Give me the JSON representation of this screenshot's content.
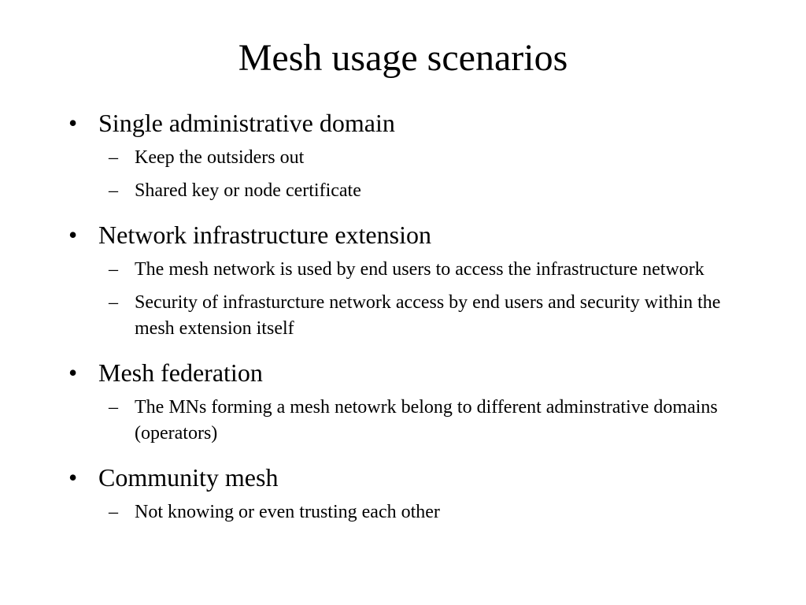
{
  "slide": {
    "title": "Mesh usage scenarios",
    "bullet_symbol": "•",
    "dash_symbol": "–",
    "bullets": [
      {
        "text": "Single administrative domain",
        "subs": [
          "Keep the outsiders out",
          "Shared key or node certificate"
        ]
      },
      {
        "text": "Network infrastructure extension",
        "subs": [
          "The mesh network is used by end users to access the infrastructure network",
          "Security of infrasturcture network access by end users and security within the mesh extension itself"
        ]
      },
      {
        "text": "Mesh federation",
        "subs": [
          "The MNs forming a mesh netowrk belong to different adminstrative domains (operators)"
        ]
      },
      {
        "text": "Community mesh",
        "subs": [
          "Not knowing or even trusting each other"
        ]
      }
    ]
  }
}
